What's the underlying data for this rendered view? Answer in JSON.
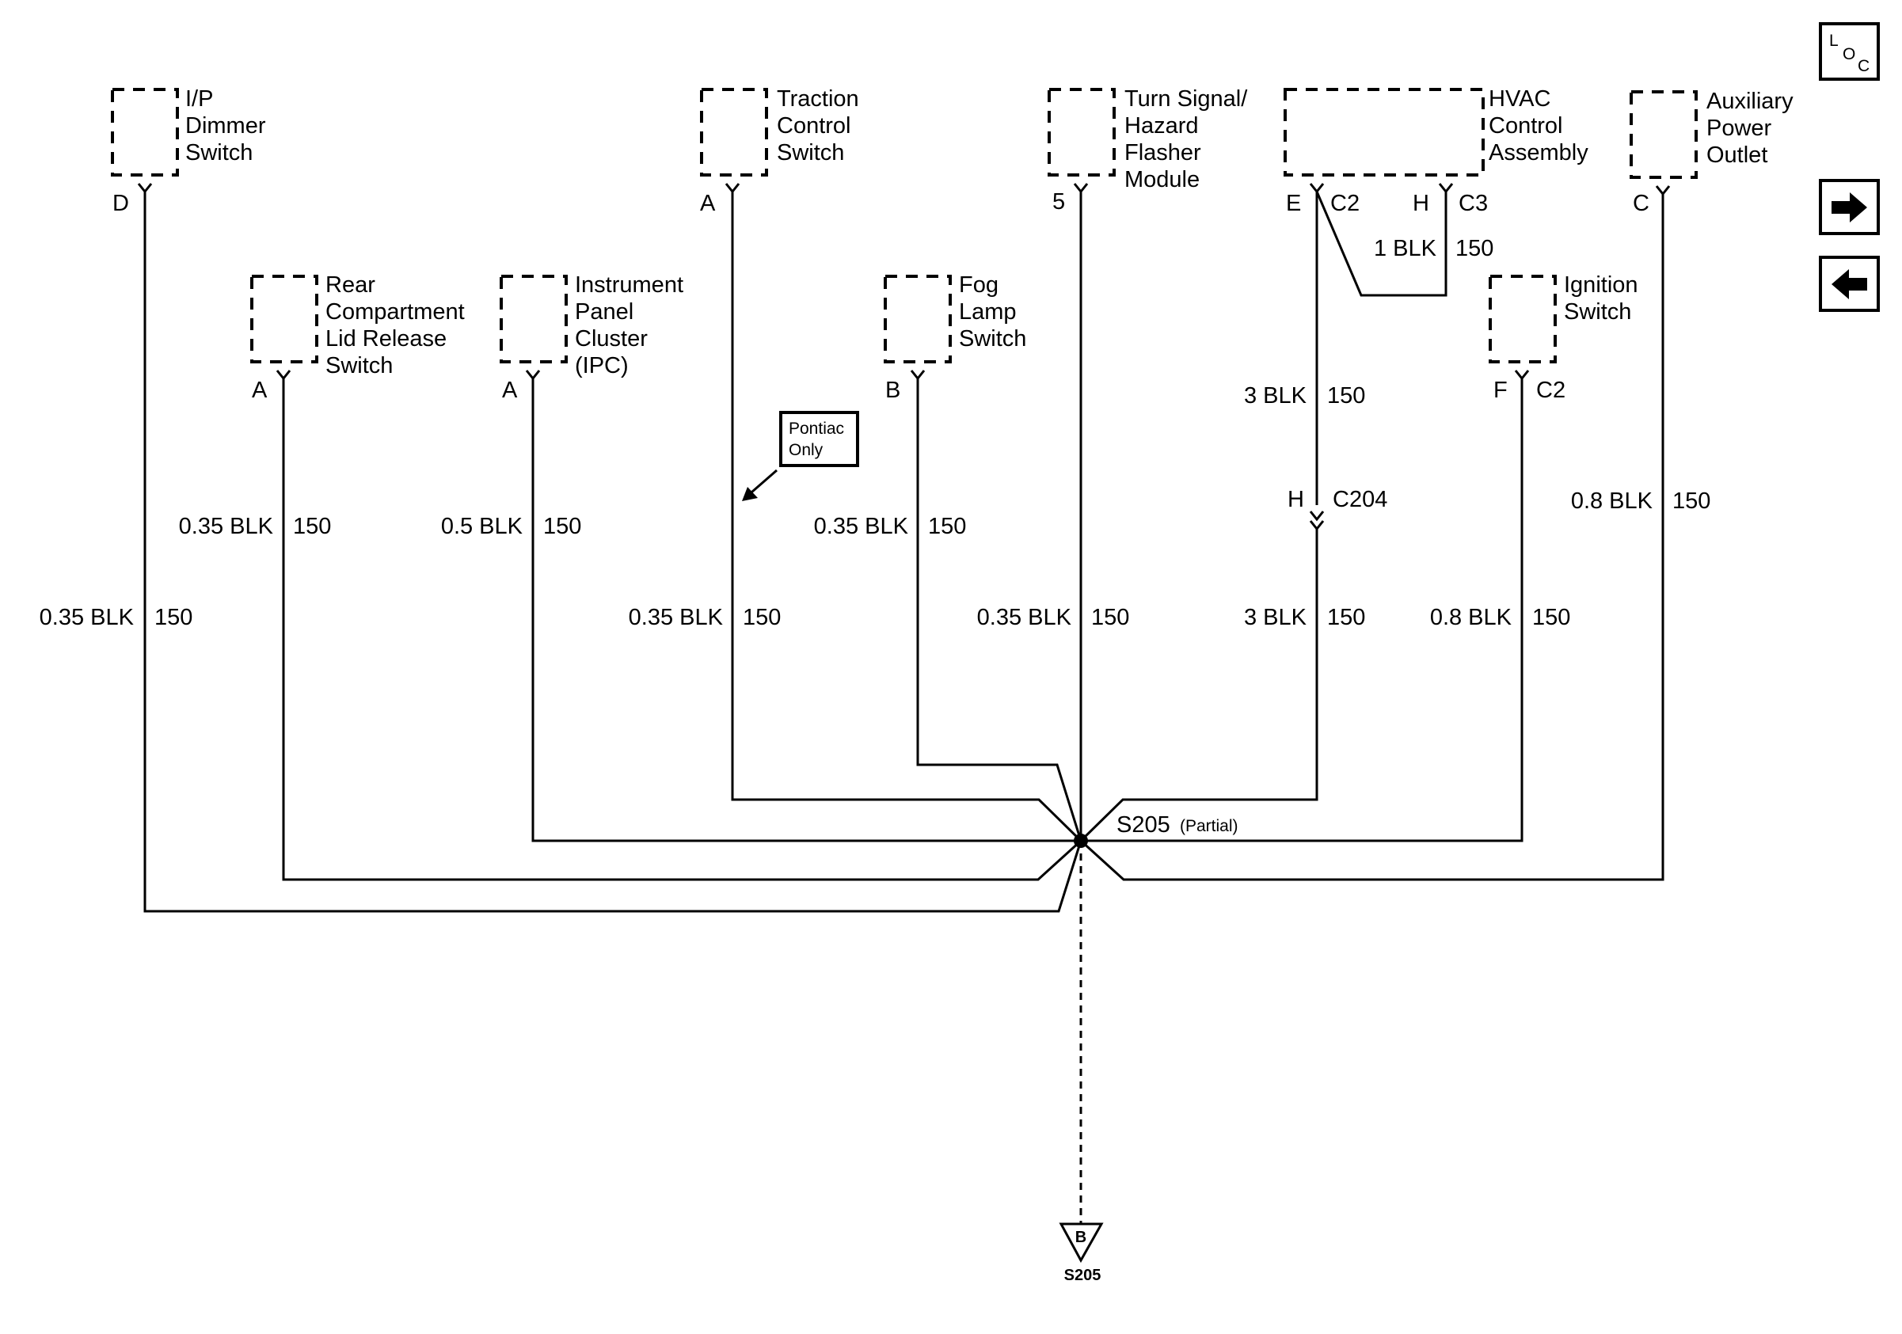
{
  "components": {
    "ip_dimmer": {
      "lines": [
        "I/P",
        "Dimmer",
        "Switch"
      ],
      "pin": "D"
    },
    "traction": {
      "lines": [
        "Traction",
        "Control",
        "Switch"
      ],
      "pin": "A"
    },
    "turn_signal": {
      "lines": [
        "Turn Signal/",
        "Hazard",
        "Flasher",
        "Module"
      ],
      "pin": "5"
    },
    "hvac": {
      "lines": [
        "HVAC",
        "Control",
        "Assembly"
      ],
      "pin_e": "E",
      "conn_c2": "C2",
      "pin_h": "H",
      "conn_c3": "C3"
    },
    "aux_power": {
      "lines": [
        "Auxiliary",
        "Power",
        "Outlet"
      ],
      "pin": "C"
    },
    "rear_lid": {
      "lines": [
        "Rear",
        "Compartment",
        "Lid Release",
        "Switch"
      ],
      "pin": "A"
    },
    "ipc": {
      "lines": [
        "Instrument",
        "Panel",
        "Cluster",
        "(IPC)"
      ],
      "pin": "A"
    },
    "fog_lamp": {
      "lines": [
        "Fog",
        "Lamp",
        "Switch"
      ],
      "pin": "B"
    },
    "ignition": {
      "lines": [
        "Ignition",
        "Switch"
      ],
      "pin": "F",
      "conn": "C2"
    }
  },
  "wires": {
    "ip_dimmer": {
      "gauge": "0.35 BLK",
      "circuit": "150"
    },
    "rear_lid": {
      "gauge": "0.35 BLK",
      "circuit": "150"
    },
    "ipc": {
      "gauge": "0.5 BLK",
      "circuit": "150"
    },
    "traction": {
      "gauge": "0.35 BLK",
      "circuit": "150"
    },
    "fog": {
      "gauge": "0.35 BLK",
      "circuit": "150"
    },
    "turn": {
      "gauge": "0.35 BLK",
      "circuit": "150"
    },
    "hvac_jumper": {
      "gauge": "1 BLK",
      "circuit": "150"
    },
    "hvac_upper": {
      "gauge": "3 BLK",
      "circuit": "150"
    },
    "hvac_lower": {
      "gauge": "3 BLK",
      "circuit": "150"
    },
    "ignition": {
      "gauge": "0.8 BLK",
      "circuit": "150"
    },
    "aux": {
      "gauge": "0.8 BLK",
      "circuit": "150"
    }
  },
  "connector_c204": {
    "pin": "H",
    "name": "C204"
  },
  "note": {
    "lines": [
      "Pontiac",
      "Only"
    ]
  },
  "splice": {
    "name": "S205",
    "suffix": "(Partial)"
  },
  "ground_ref": {
    "letter": "B",
    "name": "S205"
  },
  "loc_icon": {
    "top": "L",
    "mid": "O",
    "sub": "C"
  },
  "nav": {
    "forward": "forward-arrow",
    "back": "back-arrow"
  }
}
